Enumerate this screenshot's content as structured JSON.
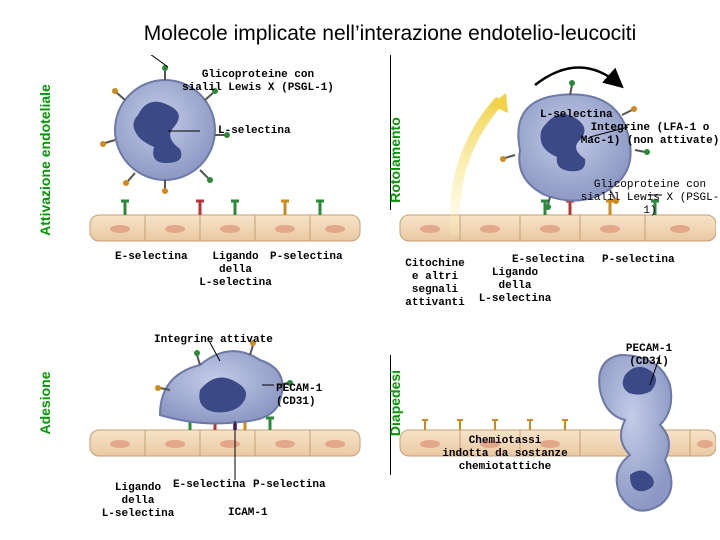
{
  "title": "Molecole implicate nell’interazione endotelio-leucociti",
  "section_labels": {
    "attivazione": "Attivazione endoteliale",
    "rotolamento": "Rotolamento",
    "adesione": "Adesione",
    "diapedesi": "Diapedesi"
  },
  "panel_activation": {
    "glycoproteins": "Glicoproteine con\nsialil Lewis X (PSGL-1)",
    "l_selectin": "L-selectina",
    "e_selectin": "E-selectina",
    "ligand": "Ligando\ndella\nL-selectina",
    "p_selectin": "P-selectina"
  },
  "panel_rolling": {
    "l_selectin": "L-selectina",
    "integrins": "Integrine (LFA-1 o\nMac-1) (non attivate)",
    "glycoproteins": "Glicoproteine con\nsialil Lewis X (PSGL-1)",
    "cytokines": "Citochine\ne altri segnali\nattivanti",
    "e_selectin": "E-selectina",
    "ligand": "Ligando\ndella\nL-selectina",
    "p_selectin": "P-selectina"
  },
  "panel_adhesion": {
    "integrins": "Integrine attivate",
    "pecam": "PECAM-1\n(CD31)",
    "ligand": "Ligando\ndella\nL-selectina",
    "e_selectin": "E-selectina",
    "p_selectin": "P-selectina",
    "icam": "ICAM-1"
  },
  "panel_diapedesis": {
    "pecam": "PECAM-1\n(CD31)",
    "chemotaxis": "Chemiotassi\nindotta da sostanze\nchemiotattiche"
  },
  "colors": {
    "section_label": "#009900",
    "endothelium": "#f3d9b8",
    "leukocyte": "#9ba7cf",
    "nucleus": "#3b4a86"
  }
}
